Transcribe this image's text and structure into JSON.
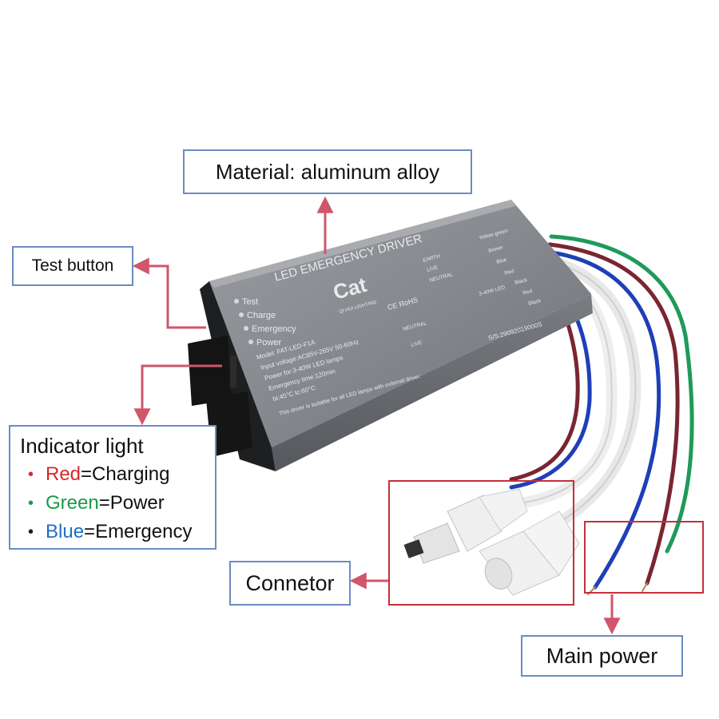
{
  "callouts": {
    "material": "Material: aluminum alloy",
    "test_button": "Test button",
    "indicator_title": "Indicator light",
    "connector": "Connetor",
    "main_power": "Main power"
  },
  "indicator_legend": [
    {
      "color_word": "Red",
      "meaning": "=Charging",
      "color": "#d42a2a"
    },
    {
      "color_word": "Green",
      "meaning": "=Power",
      "color": "#1a9a48"
    },
    {
      "color_word": "Blue",
      "meaning": "=Emergency",
      "color": "#1f6fc0"
    }
  ],
  "colors": {
    "arrow": "#d0566a",
    "callout_border": "#6b8cc0",
    "highlight_border": "#c4303a",
    "casing": "#7d8085"
  },
  "device": {
    "heading": "LED EMERGENCY DRIVER",
    "leds": [
      "Test",
      "Charge",
      "Emergency",
      "Power"
    ],
    "logo": "Cat",
    "brand": "QI HUI LIGHTING",
    "marks": "CE RoHS",
    "model": "Model: FAT-LED-F1A",
    "input": "Input voltage:AC85V-265V 50-60Hz",
    "power": "Power for:3-40W LED lamps",
    "emergency_time": "Emergency time:120min",
    "temps": "ta:45°C   tc:60°C",
    "note": "This driver is suitable for all LED lamps with external driver.",
    "wiring": [
      {
        "terminal": "EARTH",
        "wire": "Yellow-green"
      },
      {
        "terminal": "LIVE",
        "wire": "Brown"
      },
      {
        "terminal": "NEUTRAL",
        "wire": "Blue"
      }
    ],
    "wire_labels_right": [
      "Red",
      "Black",
      "Red",
      "Black"
    ],
    "lamp_label": "3-40W LED",
    "bottom_terminals": [
      "NEUTRAL",
      "LIVE"
    ],
    "serial": "S/S:29092019000S"
  }
}
